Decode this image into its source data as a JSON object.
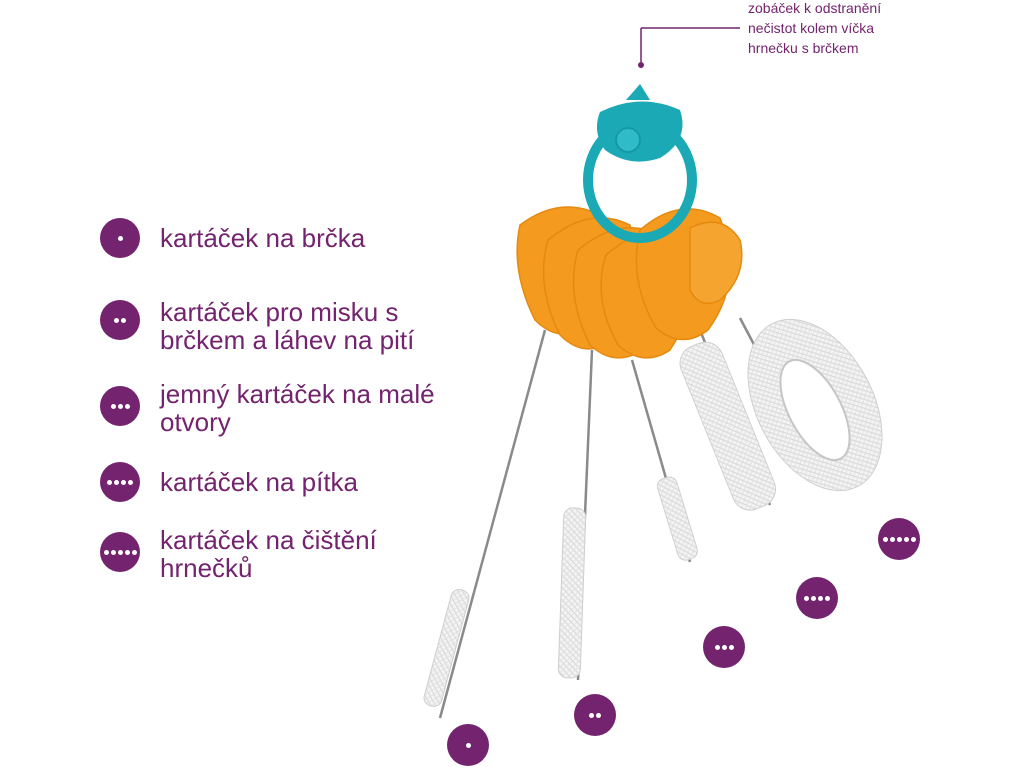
{
  "annotation": {
    "text": "zobáček k odstranění\nnečistot kolem víčka\nhrnečku s brčkem"
  },
  "legend": {
    "items": [
      {
        "dots": 1,
        "label": "kartáček na brčka"
      },
      {
        "dots": 2,
        "label": "kartáček pro misku s\nbrčkem a láhev na pití"
      },
      {
        "dots": 3,
        "label": "jemný kartáček na malé\notvory"
      },
      {
        "dots": 4,
        "label": "kartáček na pítka"
      },
      {
        "dots": 5,
        "label": "kartáček na čištění\nhrnečků"
      }
    ]
  },
  "markers": [
    {
      "dots": 1
    },
    {
      "dots": 2
    },
    {
      "dots": 3
    },
    {
      "dots": 4
    },
    {
      "dots": 5
    }
  ],
  "colors": {
    "accent": "#74236e",
    "handle": "#f39a1f",
    "ring": "#1ba9b5",
    "bristle": "#e8e8e8",
    "wire": "#8a8a8a"
  }
}
